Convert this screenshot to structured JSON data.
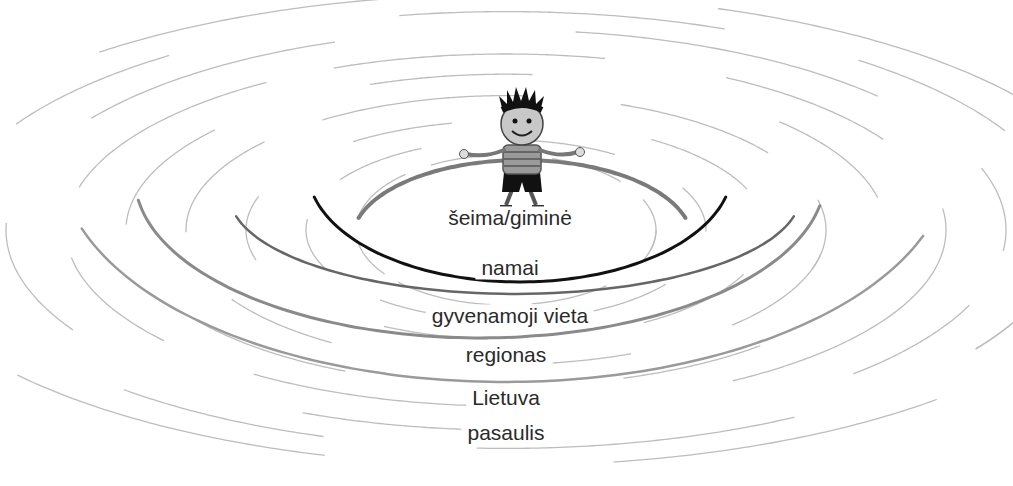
{
  "diagram": {
    "labels": [
      "šeima/giminė",
      "namai",
      "gyvenamoji vieta",
      "regionas",
      "Lietuva",
      "pasaulis"
    ]
  }
}
